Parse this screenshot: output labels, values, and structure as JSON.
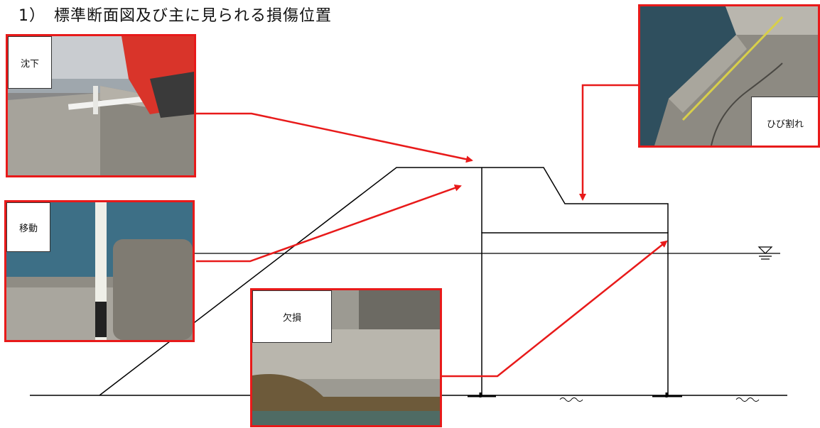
{
  "title": "1）　標準断面図及び主に見られる損傷位置",
  "photos": {
    "settlement": {
      "label": "沈下",
      "icon": "photo-settlement"
    },
    "movement": {
      "label": "移動",
      "icon": "photo-movement"
    },
    "chipping": {
      "label": "欠損",
      "icon": "photo-chipping"
    },
    "crack": {
      "label": "ひび割れ",
      "icon": "photo-crack"
    }
  },
  "colors": {
    "callout": "#e81a1a",
    "line": "#000000"
  },
  "symbols": {
    "water_level": "water-level-icon",
    "seabed_hatch": "seabed-hatch-icon"
  }
}
